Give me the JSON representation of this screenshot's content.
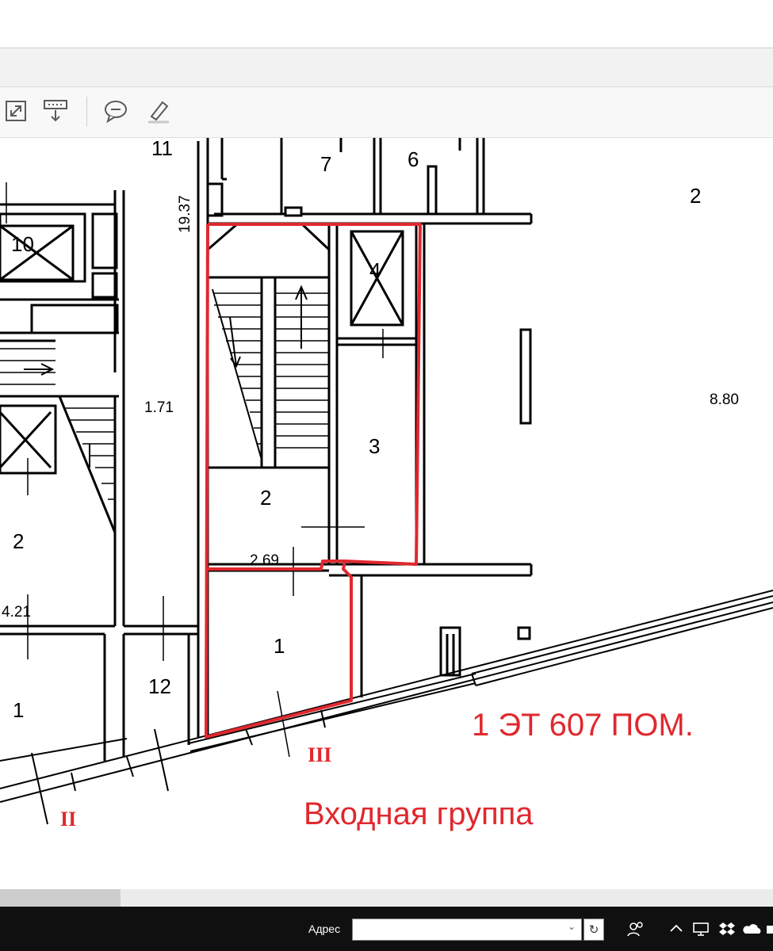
{
  "toolbar": {
    "icons": [
      "expand-icon",
      "download-icon",
      "comment-icon",
      "highlight-icon"
    ]
  },
  "floor_plan": {
    "room_labels": {
      "r11": "11",
      "r7": "7",
      "r6": "6",
      "r2_right": "2",
      "r10": "10",
      "r4": "4",
      "r3": "3",
      "r2_center": "2",
      "r2_left": "2",
      "r1_center": "1",
      "r1_left": "1",
      "r12": "12"
    },
    "dimensions": {
      "d1937": "19.37",
      "d171": "1.71",
      "d880": "8.80",
      "d269": "2.69",
      "d421": "4.21"
    },
    "section_marks": {
      "s2": "II",
      "s3": "III"
    },
    "annotations": {
      "floor_note": "1 ЭТ 607 ПОМ.",
      "entrance_group": "Входная группа"
    },
    "accent_color": "#e0282e"
  },
  "taskbar": {
    "address_label": "Адрес",
    "address_value": ""
  }
}
